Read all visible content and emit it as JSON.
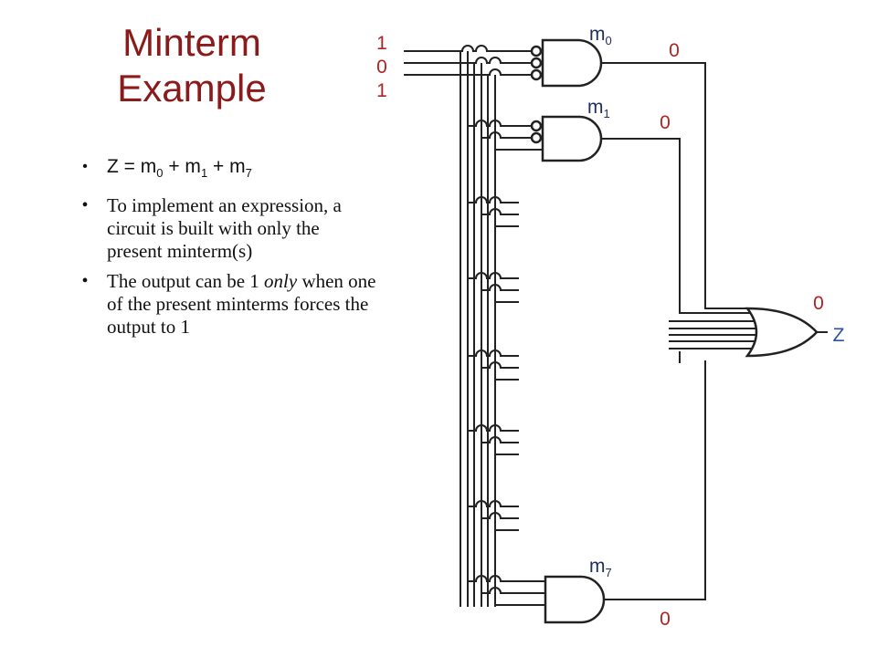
{
  "title": {
    "line1": "Minterm",
    "line2": "Example"
  },
  "bullets": {
    "eq": {
      "lhs": "Z = m",
      "s0": "0",
      "p1": " + m",
      "s1": "1",
      "p2": " + m",
      "s2": "7"
    },
    "b2": "To implement an expression, a circuit is built with only the present minterm(s)",
    "b3": {
      "pre": "The output can be 1 ",
      "em": "only",
      "post": " when one of the present minterms forces the output to 1"
    }
  },
  "diagram": {
    "inputs": [
      "1",
      "0",
      "1"
    ],
    "gates": [
      {
        "name": "m",
        "sub": "0",
        "output": "0"
      },
      {
        "name": "m",
        "sub": "1",
        "output": "0"
      },
      {
        "name": "m",
        "sub": "7",
        "output": "0"
      }
    ],
    "or_output": "0",
    "output_name": "Z",
    "colors": {
      "title": "#8b1a1a",
      "values": "#b22222",
      "labels": "#1f2d5a",
      "z": "#2a50a8"
    }
  }
}
